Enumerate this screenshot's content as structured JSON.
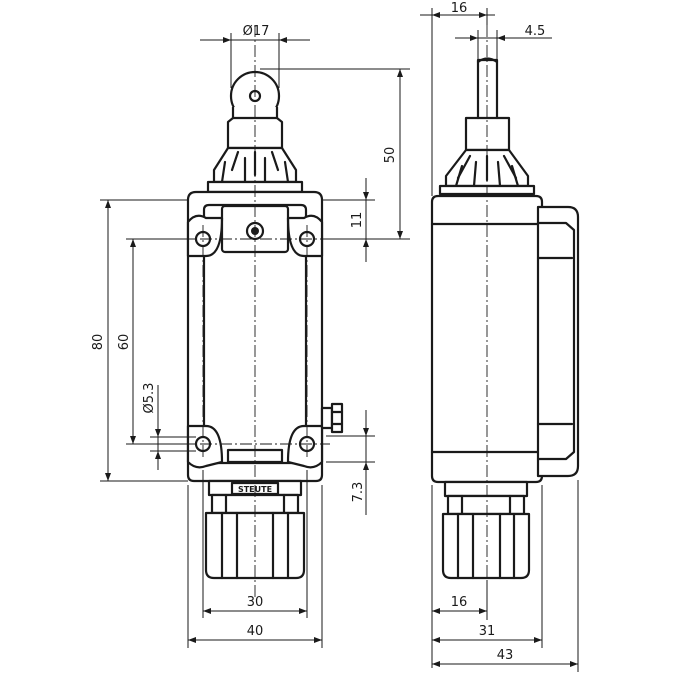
{
  "drawing": {
    "front_view": {
      "brand_label": "STEUTE",
      "dim_roller_diameter": "Ø17",
      "dim_actuator_height": "50",
      "dim_top_offset": "11",
      "dim_body_height": "80",
      "dim_hole_spacing_vertical": "60",
      "dim_hole_diameter": "Ø5.3",
      "dim_bottom_offset": "7.3",
      "dim_hole_spacing_horizontal": "30",
      "dim_body_width": "40"
    },
    "side_view": {
      "dim_top_width": "16",
      "dim_lever_width": "4.5",
      "dim_gland_offset": "16",
      "dim_body_depth": "31",
      "dim_total_depth": "43"
    }
  }
}
